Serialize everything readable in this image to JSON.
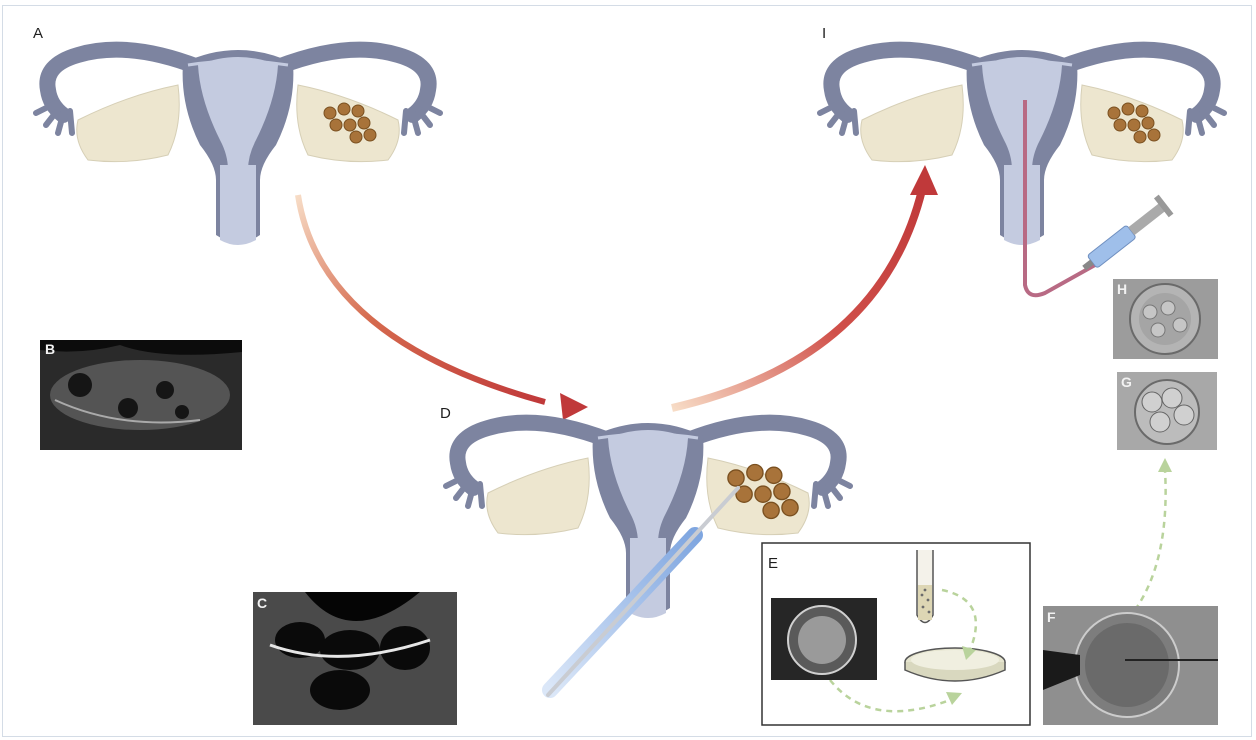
{
  "labels": {
    "A": "A",
    "B": "B",
    "C": "C",
    "D": "D",
    "E": "E",
    "F": "F",
    "G": "G",
    "H": "H",
    "I": "I"
  },
  "colors": {
    "uterus_outer": "#7d84a0",
    "uterus_inner": "#c4cbe0",
    "ovary": "#ede6cf",
    "follicle": "#a8733a",
    "arrow_red": "#c0393a",
    "catheter": "#b86a84",
    "needle_blue": "#8fb3e6",
    "dashed_green": "#b9d39c"
  }
}
